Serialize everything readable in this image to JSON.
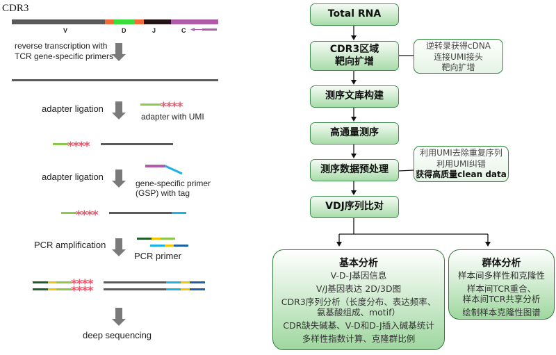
{
  "left_panel": {
    "title": "CDR3",
    "gene_segments": [
      {
        "label": "V",
        "color": "#5a5a5a"
      },
      {
        "label": "",
        "color": "#f06a3c"
      },
      {
        "label": "D",
        "color": "#3bdc3b"
      },
      {
        "label": "",
        "color": "#f06a3c"
      },
      {
        "label": "J",
        "color": "#231515"
      },
      {
        "label": "C",
        "color": "#b05ca8"
      }
    ],
    "steps": [
      {
        "label_lines": [
          "reverse transcription with",
          "TCR gene-specific primers"
        ]
      },
      {
        "label_lines": [
          "adapter ligation"
        ],
        "reagent": "adapter with UMI"
      },
      {
        "label_lines": [
          "adapter ligation"
        ],
        "reagent_lines": [
          "gene-specific primer",
          "(GSP) with tag"
        ]
      },
      {
        "label_lines": [
          "PCR amplification"
        ],
        "reagent": "PCR primer"
      },
      {
        "label_lines": [
          "deep sequencing"
        ]
      }
    ],
    "umi_marks": "****",
    "colors": {
      "strand": "#5a5a5a",
      "adapter": "#8cc84b",
      "umi": "#e8556a",
      "gsp": "#b05ca8",
      "tag": "#1ab0e8",
      "dark_green": "#1f5e28",
      "yellow": "#f5c400",
      "navy": "#1d5fa0",
      "arrow": "#7a7a7a"
    }
  },
  "flowchart": {
    "steps": [
      {
        "label_lines": [
          "Total RNA"
        ]
      },
      {
        "label_lines": [
          "CDR3区域",
          "靶向扩增"
        ]
      },
      {
        "label_lines": [
          "测序文库构建"
        ]
      },
      {
        "label_lines": [
          "高通量测序"
        ]
      },
      {
        "label_lines": [
          "测序数据预处理"
        ]
      },
      {
        "label_lines": [
          "VDJ序列比对"
        ]
      }
    ],
    "notes": [
      {
        "lines": [
          "逆转录获得cDNA",
          "连接UMI接头",
          "靶向扩增"
        ]
      },
      {
        "lines": [
          "利用UMI去除重复序列",
          "利用UMI纠错"
        ],
        "bold_line": "获得高质量clean data"
      }
    ],
    "analysis": [
      {
        "title": "基本分析",
        "lines": [
          "V-D-J基因信息",
          "V/J基因表达 2D/3D图",
          "CDR3序列分析（长度分布、表达频率、",
          "氨基酸组成、motif）",
          "CDR缺失碱基、V-D和D-J插入碱基统计",
          "多样性指数计算、克隆群比例"
        ]
      },
      {
        "title": "群体分析",
        "lines": [
          "样本间多样性和克隆性",
          "样本间TCR重合、",
          "样本间TCR共享分析",
          "绘制样本克隆性图谱"
        ]
      }
    ],
    "colors": {
      "box_border": "#3f8f4f",
      "box_fill_top": "#f5fbf5",
      "box_fill_bottom": "#a9dcaa",
      "connector": "#111111"
    }
  }
}
